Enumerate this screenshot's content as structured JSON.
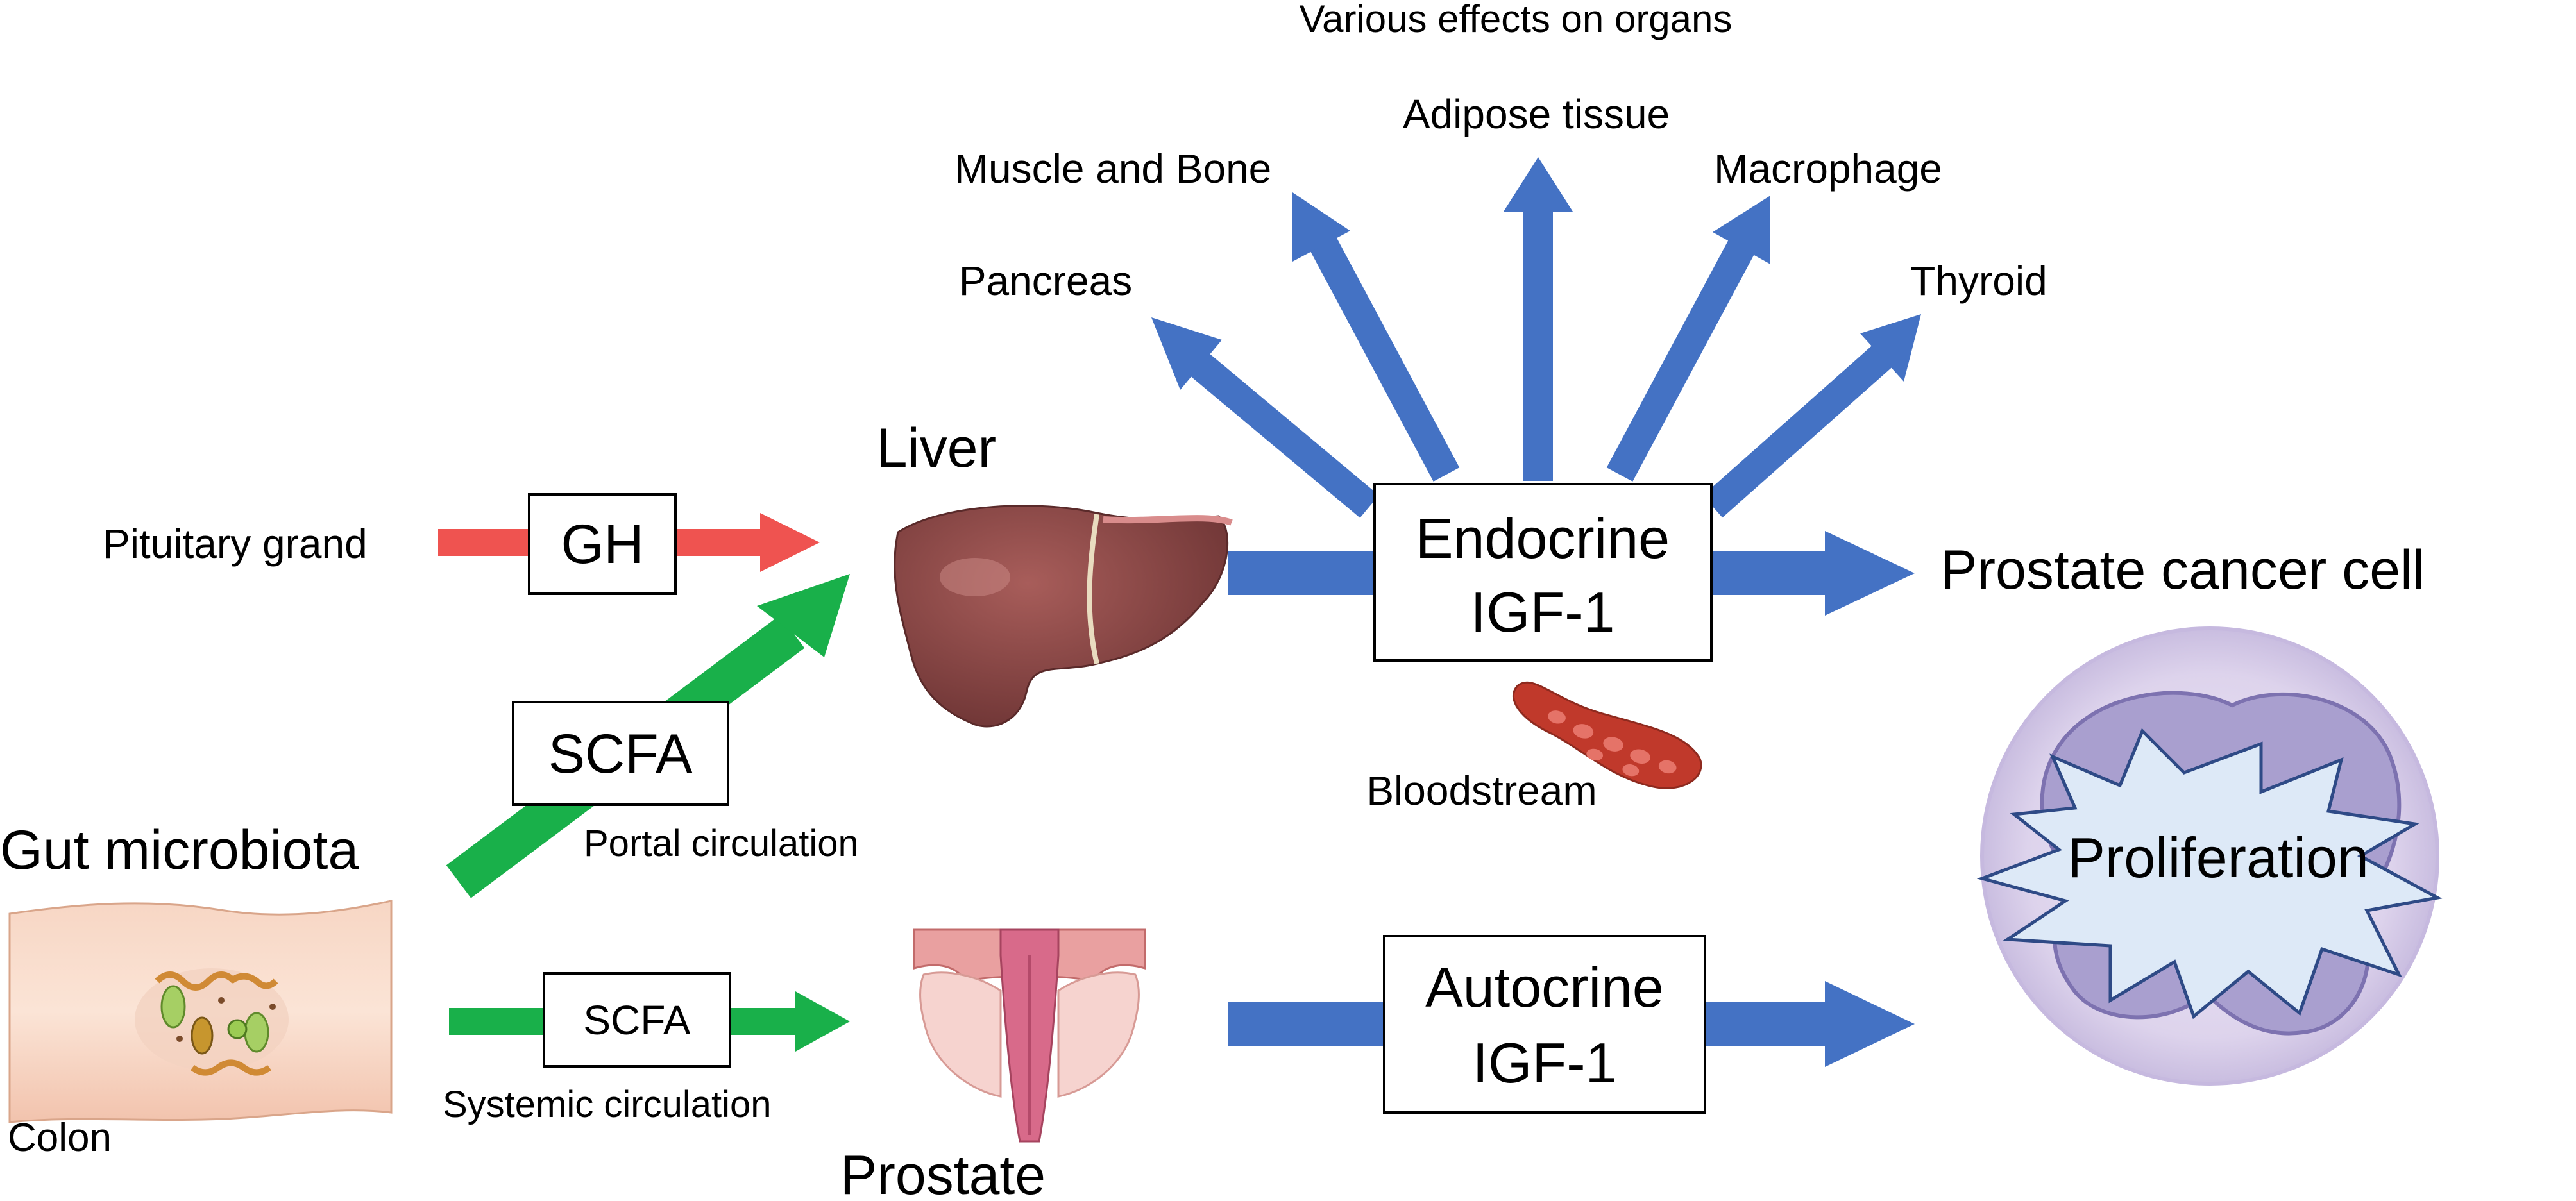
{
  "colors": {
    "blue_arrow": "#4472c4",
    "green_arrow": "#19b04a",
    "red_arrow": "#ef5350",
    "liver": "#7b3f3f",
    "blood": "#c0392b",
    "cell_membrane": "#d7cfe8",
    "nucleus": "#a99fcf",
    "burst_fill": "#dde9f7",
    "burst_stroke": "#2e4a86"
  },
  "organs": {
    "title": "Various effects on organs",
    "adipose": "Adipose tissue",
    "muscle_bone": "Muscle and Bone",
    "macrophage": "Macrophage",
    "pancreas": "Pancreas",
    "thyroid": "Thyroid"
  },
  "labels": {
    "liver": "Liver",
    "pituitary": "Pituitary grand",
    "gh": "GH",
    "scfa_portal": "SCFA",
    "portal_circulation": "Portal circulation",
    "gut_microbiota": "Gut microbiota",
    "colon": "Colon",
    "scfa_systemic": "SCFA",
    "systemic_circulation": "Systemic circulation",
    "prostate": "Prostate",
    "endocrine_line1": "Endocrine",
    "endocrine_line2": "IGF-1",
    "bloodstream": "Bloodstream",
    "prostate_cancer_cell": "Prostate cancer cell",
    "autocrine_line1": "Autocrine",
    "autocrine_line2": "IGF-1",
    "proliferation": "Proliferation"
  },
  "icons": [
    "liver-icon",
    "colon-icon",
    "prostate-icon",
    "red-blood-cell-icon",
    "cancer-cell-icon",
    "burst-icon"
  ]
}
